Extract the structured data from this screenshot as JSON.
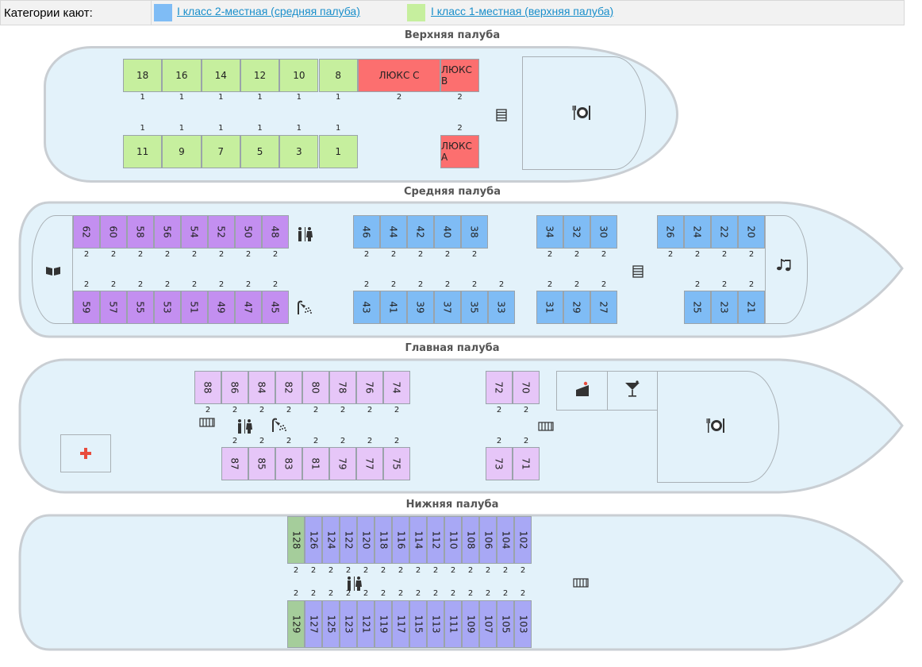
{
  "legend": {
    "label": "Категории кают:",
    "items": [
      {
        "text": "I класс 2-местная (средняя палуба)",
        "color": "#7fbcf5"
      },
      {
        "text": "I класс 1-местная (верхняя палуба)",
        "color": "#c6ef9e"
      }
    ]
  },
  "colors": {
    "upper_single": "#c6ef9e",
    "lux": "#fc6f6f",
    "middle_2class": "#c38ff0",
    "middle_blue": "#7fbcf5",
    "main_deck": "#e6c6f8",
    "lower_deck": "#a8a8f5",
    "lower_special": "#a5cd9b",
    "hull": "#e3f2fa"
  },
  "decks": {
    "upper": {
      "title": "Верхняя палуба",
      "top_row": [
        {
          "n": "18",
          "cap": "1"
        },
        {
          "n": "16",
          "cap": "1"
        },
        {
          "n": "14",
          "cap": "1"
        },
        {
          "n": "12",
          "cap": "1"
        },
        {
          "n": "10",
          "cap": "1"
        },
        {
          "n": "8",
          "cap": "1"
        },
        {
          "n": "ЛЮКС C",
          "cap": "2"
        },
        {
          "n": "ЛЮКС B",
          "cap": "2"
        }
      ],
      "bottom_row": [
        {
          "n": "11",
          "cap": "1"
        },
        {
          "n": "9",
          "cap": "1"
        },
        {
          "n": "7",
          "cap": "1"
        },
        {
          "n": "5",
          "cap": "1"
        },
        {
          "n": "3",
          "cap": "1"
        },
        {
          "n": "1",
          "cap": "1"
        },
        {
          "n": "ЛЮКС A",
          "cap": "2"
        }
      ],
      "icons": [
        "stairs-icon",
        "restaurant-icon"
      ]
    },
    "middle": {
      "title": "Средняя палуба",
      "top_row": [
        {
          "n": "62",
          "cap": "2"
        },
        {
          "n": "60",
          "cap": "2"
        },
        {
          "n": "58",
          "cap": "2"
        },
        {
          "n": "56",
          "cap": "2"
        },
        {
          "n": "54",
          "cap": "2"
        },
        {
          "n": "52",
          "cap": "2"
        },
        {
          "n": "50",
          "cap": "2"
        },
        {
          "n": "48",
          "cap": "2"
        },
        {
          "n": "46",
          "cap": "2"
        },
        {
          "n": "44",
          "cap": "2"
        },
        {
          "n": "42",
          "cap": "2"
        },
        {
          "n": "40",
          "cap": "2"
        },
        {
          "n": "38",
          "cap": "2"
        },
        {
          "n": "34",
          "cap": "2"
        },
        {
          "n": "32",
          "cap": "2"
        },
        {
          "n": "30",
          "cap": "2"
        },
        {
          "n": "26",
          "cap": "2"
        },
        {
          "n": "24",
          "cap": "2"
        },
        {
          "n": "22",
          "cap": "2"
        },
        {
          "n": "20",
          "cap": "2"
        }
      ],
      "bottom_row": [
        {
          "n": "59",
          "cap": "2"
        },
        {
          "n": "57",
          "cap": "2"
        },
        {
          "n": "55",
          "cap": "2"
        },
        {
          "n": "53",
          "cap": "2"
        },
        {
          "n": "51",
          "cap": "2"
        },
        {
          "n": "49",
          "cap": "2"
        },
        {
          "n": "47",
          "cap": "2"
        },
        {
          "n": "45",
          "cap": "2"
        },
        {
          "n": "43",
          "cap": "2"
        },
        {
          "n": "41",
          "cap": "2"
        },
        {
          "n": "39",
          "cap": "2"
        },
        {
          "n": "37",
          "cap": "2"
        },
        {
          "n": "35",
          "cap": "2"
        },
        {
          "n": "33",
          "cap": "2"
        },
        {
          "n": "31",
          "cap": "2"
        },
        {
          "n": "29",
          "cap": "2"
        },
        {
          "n": "27",
          "cap": "2"
        },
        {
          "n": "25",
          "cap": "2"
        },
        {
          "n": "23",
          "cap": "2"
        },
        {
          "n": "21",
          "cap": "2"
        }
      ],
      "icons": [
        "library-icon",
        "toilet-icon",
        "shower-icon",
        "stairs-icon",
        "music-icon"
      ]
    },
    "main": {
      "title": "Главная палуба",
      "top_row": [
        {
          "n": "88",
          "cap": "2"
        },
        {
          "n": "86",
          "cap": "2"
        },
        {
          "n": "84",
          "cap": "2"
        },
        {
          "n": "82",
          "cap": "2"
        },
        {
          "n": "80",
          "cap": "2"
        },
        {
          "n": "78",
          "cap": "2"
        },
        {
          "n": "76",
          "cap": "2"
        },
        {
          "n": "74",
          "cap": "2"
        },
        {
          "n": "72",
          "cap": "2"
        },
        {
          "n": "70",
          "cap": "2"
        }
      ],
      "bottom_row": [
        {
          "n": "87",
          "cap": "2"
        },
        {
          "n": "85",
          "cap": "2"
        },
        {
          "n": "83",
          "cap": "2"
        },
        {
          "n": "81",
          "cap": "2"
        },
        {
          "n": "79",
          "cap": "2"
        },
        {
          "n": "77",
          "cap": "2"
        },
        {
          "n": "75",
          "cap": "2"
        },
        {
          "n": "73",
          "cap": "2"
        },
        {
          "n": "71",
          "cap": "2"
        }
      ],
      "icons": [
        "medical-icon",
        "radiator-icon",
        "toilet-icon",
        "shower-icon",
        "cafe-icon",
        "bar-icon",
        "restaurant-icon"
      ]
    },
    "lower": {
      "title": "Нижняя палуба",
      "top_row": [
        {
          "n": "128",
          "cap": "2"
        },
        {
          "n": "126",
          "cap": "2"
        },
        {
          "n": "124",
          "cap": "2"
        },
        {
          "n": "122",
          "cap": "2"
        },
        {
          "n": "120",
          "cap": "2"
        },
        {
          "n": "118",
          "cap": "2"
        },
        {
          "n": "116",
          "cap": "2"
        },
        {
          "n": "114",
          "cap": "2"
        },
        {
          "n": "112",
          "cap": "2"
        },
        {
          "n": "110",
          "cap": "2"
        },
        {
          "n": "108",
          "cap": "2"
        },
        {
          "n": "106",
          "cap": "2"
        },
        {
          "n": "104",
          "cap": "2"
        },
        {
          "n": "102",
          "cap": "2"
        }
      ],
      "bottom_row": [
        {
          "n": "129",
          "cap": "2"
        },
        {
          "n": "127",
          "cap": "2"
        },
        {
          "n": "125",
          "cap": "2"
        },
        {
          "n": "123",
          "cap": "2"
        },
        {
          "n": "121",
          "cap": "2"
        },
        {
          "n": "119",
          "cap": "2"
        },
        {
          "n": "117",
          "cap": "2"
        },
        {
          "n": "115",
          "cap": "2"
        },
        {
          "n": "113",
          "cap": "2"
        },
        {
          "n": "111",
          "cap": "2"
        },
        {
          "n": "109",
          "cap": "2"
        },
        {
          "n": "107",
          "cap": "2"
        },
        {
          "n": "105",
          "cap": "2"
        },
        {
          "n": "103",
          "cap": "2"
        }
      ],
      "icons": [
        "toilet-icon",
        "radiator-icon"
      ]
    }
  }
}
